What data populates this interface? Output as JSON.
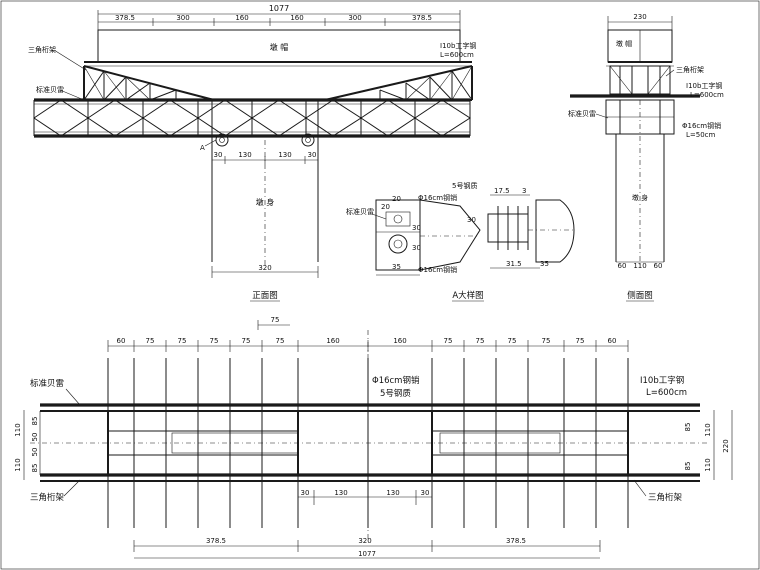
{
  "front": {
    "title": "正面图",
    "top_dims": [
      "378.5",
      "300",
      "160",
      "160",
      "300",
      "378.5"
    ],
    "total": "1077",
    "beam_label": "墩 帽",
    "pier_label": "墩 身",
    "truss_label": "三角桁架",
    "bailey_label": "标准贝雷",
    "beam_left_label": "I10b工字钢\nL=600cm",
    "detail_mark": "A",
    "support_dims": [
      "30",
      "130",
      "130",
      "30"
    ],
    "base_width": "320"
  },
  "detail": {
    "title": "A大样图",
    "labels": [
      "Φ16cm钢销",
      "5号钢质",
      "标准贝雷",
      "Φ16cm钢销"
    ],
    "dims": [
      "20",
      "20",
      "30",
      "30",
      "30",
      "35",
      "17.5",
      "3",
      "31.5",
      "35"
    ]
  },
  "side": {
    "title": "侧面图",
    "top_dim": "230",
    "beam_label": "墩 帽",
    "pier_label": "墩 身",
    "truss_label": "三角桁架",
    "beam_label2": "I10b工字钢\nL=600cm",
    "bailey_label": "标准贝雷",
    "pin_label": "Φ16cm钢销\nL=50cm",
    "bottom_dims": [
      "60",
      "110",
      "60"
    ]
  },
  "plan": {
    "top_dims": [
      "60",
      "75",
      "75",
      "75",
      "75",
      "75",
      "160",
      "160",
      "75",
      "75",
      "75",
      "75",
      "75",
      "60"
    ],
    "dim_75": "75",
    "label_bailey": "标准贝雷",
    "label_pin": "Φ16cm钢销",
    "label_5": "5号钢质",
    "label_beam": "I10b工字钢\nL=600cm",
    "label_truss_left": "三角桁架",
    "label_truss_right": "三角桁架",
    "left_dims": [
      "110",
      "110"
    ],
    "inner_dims": [
      "85",
      "50",
      "50",
      "85"
    ],
    "right_dims": [
      "110",
      "110"
    ],
    "right_total": "220",
    "support_dims": [
      "30",
      "130",
      "130",
      "30"
    ],
    "bottom_dims": [
      "378.5",
      "320",
      "378.5"
    ],
    "total": "1077"
  }
}
